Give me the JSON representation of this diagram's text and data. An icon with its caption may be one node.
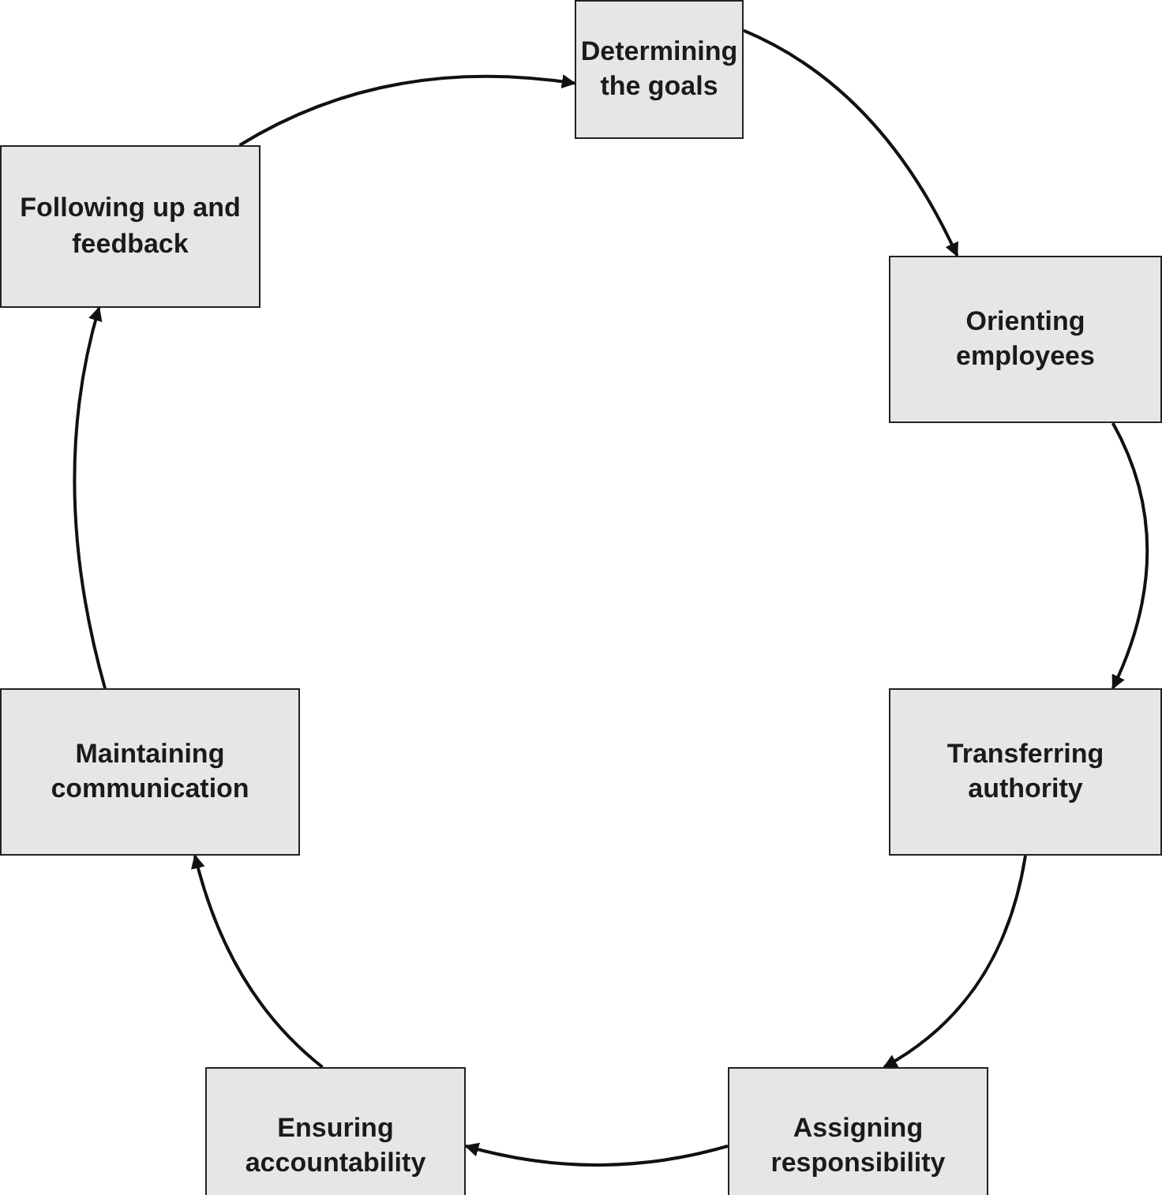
{
  "diagram": {
    "nodes": [
      {
        "text": [
          "Determining the goals"
        ]
      },
      {
        "text": [
          "Orienting employees"
        ]
      },
      {
        "text": [
          "Transferring authority"
        ]
      },
      {
        "text": [
          "Assigning responsibility"
        ]
      },
      {
        "text": [
          "Ensuring accountability"
        ]
      },
      {
        "text": [
          "Maintaining communication"
        ]
      },
      {
        "text": [
          "Following up and feedback"
        ]
      }
    ],
    "edges": [
      {
        "from": 0,
        "to": 1,
        "arrow": "to"
      },
      {
        "from": 1,
        "to": 2,
        "arrow": "to"
      },
      {
        "from": 2,
        "to": 3,
        "arrow": "to"
      },
      {
        "from": 3,
        "to": 4,
        "arrow": "to"
      },
      {
        "from": 4,
        "to": 5,
        "arrow": "to"
      },
      {
        "from": 5,
        "to": 6,
        "arrow": "to"
      },
      {
        "from": 6,
        "to": 0,
        "arrow": "to"
      }
    ]
  }
}
